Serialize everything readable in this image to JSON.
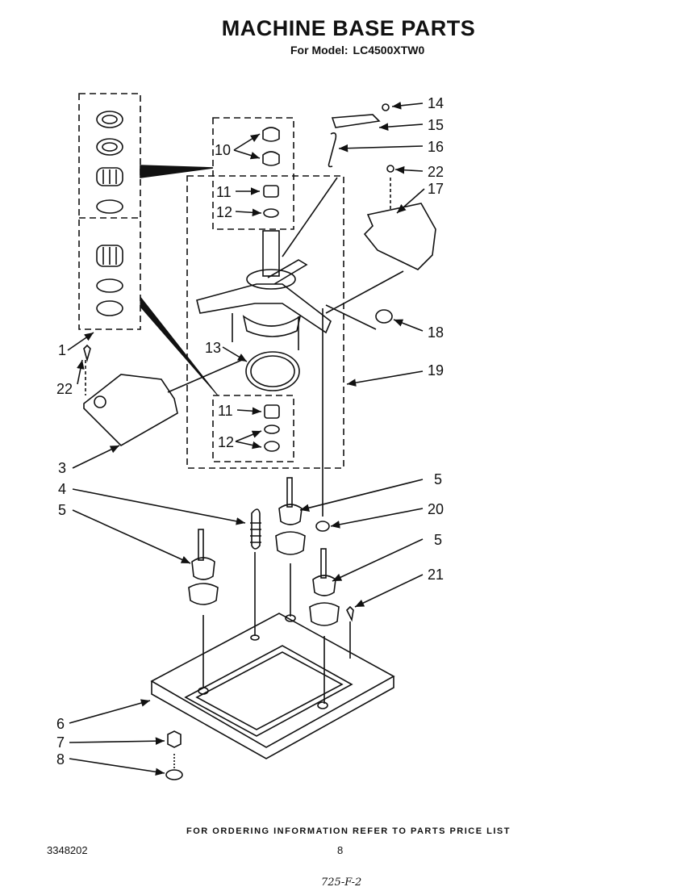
{
  "header": {
    "title": "MACHINE BASE PARTS",
    "model_label": "For Model:",
    "model_number": "LC4500XTW0"
  },
  "callouts": {
    "c1": "1",
    "c3": "3",
    "c4": "4",
    "c5a": "5",
    "c5b": "5",
    "c5c": "5",
    "c6": "6",
    "c7": "7",
    "c8": "8",
    "c10": "10",
    "c11a": "11",
    "c11b": "11",
    "c12a": "12",
    "c12b": "12",
    "c13": "13",
    "c14": "14",
    "c15": "15",
    "c16": "16",
    "c17": "17",
    "c18": "18",
    "c19": "19",
    "c20": "20",
    "c21": "21",
    "c22a": "22",
    "c22b": "22"
  },
  "footer": {
    "ordering_note": "FOR ORDERING INFORMATION REFER TO PARTS PRICE LIST",
    "document_number": "3348202",
    "page_number": "8",
    "handwritten_note": "725-F-2"
  }
}
